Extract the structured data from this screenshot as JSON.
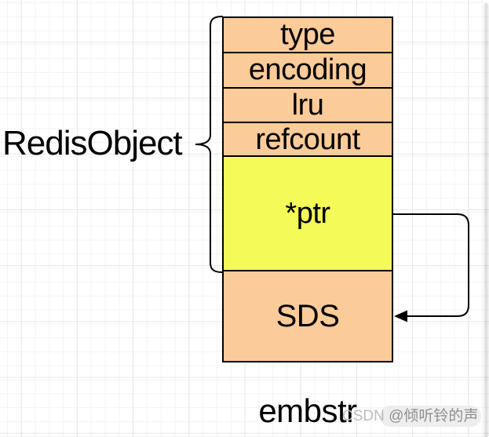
{
  "diagram": {
    "left_label": "RedisObject",
    "caption": "embstr",
    "cells": [
      {
        "id": "type",
        "label": "type",
        "color": "#FBCB99"
      },
      {
        "id": "encoding",
        "label": "encoding",
        "color": "#FBCB99"
      },
      {
        "id": "lru",
        "label": "lru",
        "color": "#FBCB99"
      },
      {
        "id": "refcount",
        "label": "refcount",
        "color": "#FBCB99"
      },
      {
        "id": "ptr",
        "label": "*ptr",
        "color": "#F4FA58"
      },
      {
        "id": "sds",
        "label": "SDS",
        "color": "#FBCB99"
      }
    ],
    "colors": {
      "field_fill": "#FBCB99",
      "pointer_fill": "#F4FA58",
      "stroke": "#000000"
    },
    "relations": {
      "brace_groups": "type, encoding, lru, refcount, *ptr",
      "arrow": "*ptr points to SDS"
    }
  },
  "watermark": {
    "brand": "CSDN ",
    "handle": "@倾听铃的声"
  }
}
